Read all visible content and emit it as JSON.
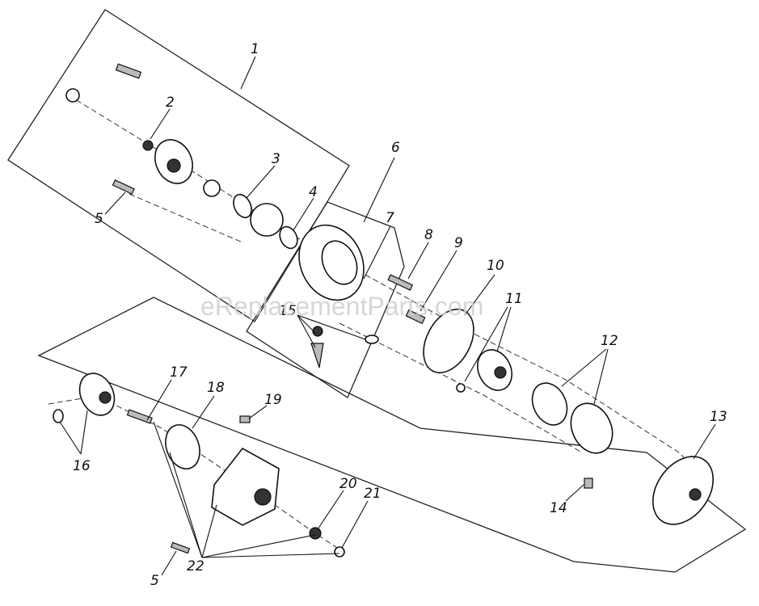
{
  "watermark": "eReplacementParts.com",
  "callouts": [
    {
      "id": "c1",
      "label": "1"
    },
    {
      "id": "c2",
      "label": "2"
    },
    {
      "id": "c3",
      "label": "3"
    },
    {
      "id": "c4",
      "label": "4"
    },
    {
      "id": "c5a",
      "label": "5"
    },
    {
      "id": "c6",
      "label": "6"
    },
    {
      "id": "c7",
      "label": "7"
    },
    {
      "id": "c8",
      "label": "8"
    },
    {
      "id": "c9",
      "label": "9"
    },
    {
      "id": "c10",
      "label": "10"
    },
    {
      "id": "c11",
      "label": "11"
    },
    {
      "id": "c12",
      "label": "12"
    },
    {
      "id": "c13",
      "label": "13"
    },
    {
      "id": "c14",
      "label": "14"
    },
    {
      "id": "c15",
      "label": "15"
    },
    {
      "id": "c16",
      "label": "16"
    },
    {
      "id": "c17",
      "label": "17"
    },
    {
      "id": "c18",
      "label": "18"
    },
    {
      "id": "c19",
      "label": "19"
    },
    {
      "id": "c20",
      "label": "20"
    },
    {
      "id": "c21",
      "label": "21"
    },
    {
      "id": "c22",
      "label": "22"
    },
    {
      "id": "c5b",
      "label": "5"
    }
  ]
}
